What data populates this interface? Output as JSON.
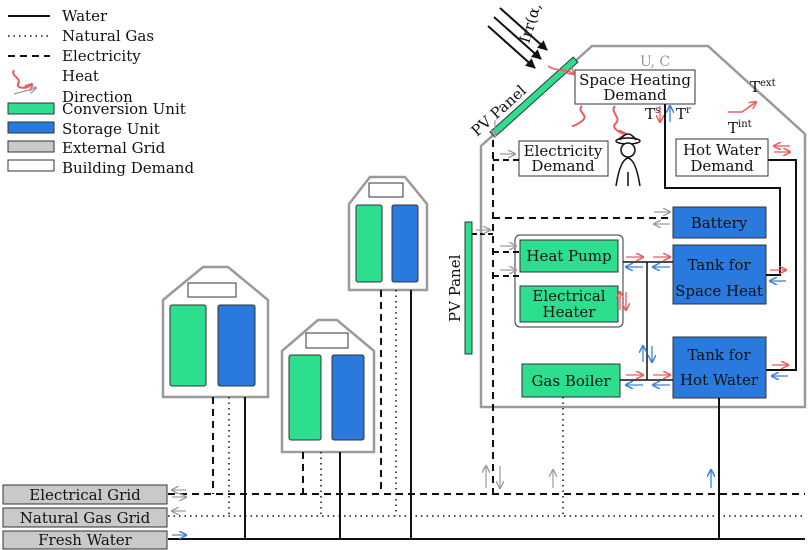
{
  "legend": {
    "water": "Water",
    "natural_gas": "Natural Gas",
    "electricity": "Electricity",
    "heat": "Heat",
    "direction": "Direction",
    "conversion_unit": "Conversion Unit",
    "storage_unit": "Storage Unit",
    "external_grid": "External Grid",
    "building_demand": "Building Demand"
  },
  "labels": {
    "irradiance": "Irr(α, γ)",
    "pv_panel_roof": "PV Panel",
    "pv_panel_wall": "PV Panel",
    "uc": "U, C",
    "space_heating_1": "Space Heating",
    "space_heating_2": "Demand",
    "electricity_1": "Electricity",
    "electricity_2": "Demand",
    "hot_water_1": "Hot Water",
    "hot_water_2": "Demand",
    "battery": "Battery",
    "heat_pump": "Heat Pump",
    "electrical_heater_1": "Electrical",
    "electrical_heater_2": "Heater",
    "tank_space_1": "Tank for",
    "tank_space_2": "Space Heat",
    "tank_water_1": "Tank for",
    "tank_water_2": "Hot Water",
    "gas_boiler": "Gas Boiler",
    "t_s": "T",
    "t_s_sup": "s",
    "t_r": "T",
    "t_r_sup": "r",
    "t_int": "T",
    "t_int_sup": "int",
    "t_ext": "T",
    "t_ext_sup": "ext"
  },
  "grids": {
    "electrical": "Electrical Grid",
    "natural_gas": "Natural Gas Grid",
    "fresh_water": "Fresh Water"
  },
  "colors": {
    "conversion": "#2ede8f",
    "storage": "#2a79dd",
    "grid": "#c9c9c9",
    "heat": "#ef5a5a",
    "direction_blue": "#3b84d8",
    "direction_gray": "#999999",
    "house_outline": "#9a9a9a"
  }
}
